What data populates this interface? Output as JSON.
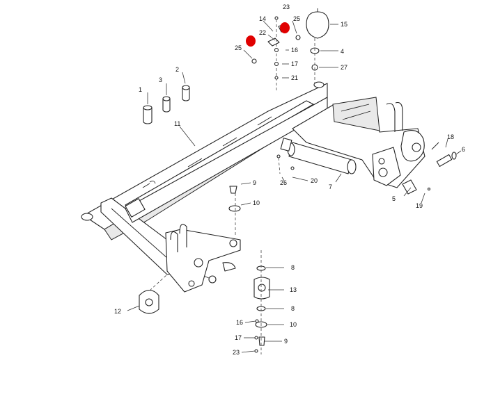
{
  "callouts": {
    "c1": "1",
    "c2": "2",
    "c3": "3",
    "c4": "4",
    "c5": "5",
    "c6": "6",
    "c7": "7",
    "c8a": "8",
    "c8b": "8",
    "c9a": "9",
    "c9b": "9",
    "c10a": "10",
    "c10b": "10",
    "c11": "11",
    "c12": "12",
    "c13": "13",
    "c14": "14",
    "c15": "15",
    "c16a": "16",
    "c16b": "16",
    "c17a": "17",
    "c17b": "17",
    "c18": "18",
    "c19": "19",
    "c20": "20",
    "c21": "21",
    "c22": "22",
    "c23a": "23",
    "c23b": "23",
    "c25a": "25",
    "c25b": "25",
    "c26": "26",
    "c27": "27"
  },
  "markers": {
    "color": "#e00000",
    "count": 2
  }
}
